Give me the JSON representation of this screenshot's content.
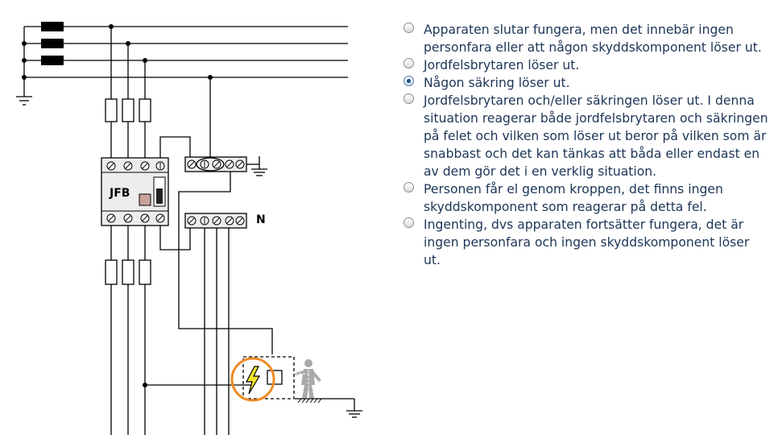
{
  "diagram": {
    "device_label": "JFB",
    "neutral_label": "N"
  },
  "options": [
    {
      "text": "Apparaten slutar fungera, men det innebär ingen personfara eller att någon skyddskomponent löser ut.",
      "checked": false
    },
    {
      "text": "Jordfelsbrytaren löser ut.",
      "checked": false
    },
    {
      "text": "Någon säkring löser ut.",
      "checked": true
    },
    {
      "text": "Jordfelsbrytaren och/eller säkringen löser ut. I denna situation reagerar både jordfelsbrytaren och säkringen på felet och vilken som löser ut beror på vilken som är snabbast och det kan tänkas att båda eller endast en av dem gör det i en verklig situation.",
      "checked": false
    },
    {
      "text": "Personen får el genom kroppen, det finns ingen skyddskomponent som reagerar på detta fel.",
      "checked": false
    },
    {
      "text": "Ingenting, dvs apparaten fortsätter fungera, det är ingen personfara och ingen skyddskomponent löser ut.",
      "checked": false
    }
  ],
  "colors": {
    "option_text": "#1d3557",
    "radio_dot": "#1e4e86",
    "fault_ring": "#f08a24",
    "lightning": "#f5e52a",
    "person": "#a9a9a9",
    "rcd_indicator": "#c9a29a"
  }
}
